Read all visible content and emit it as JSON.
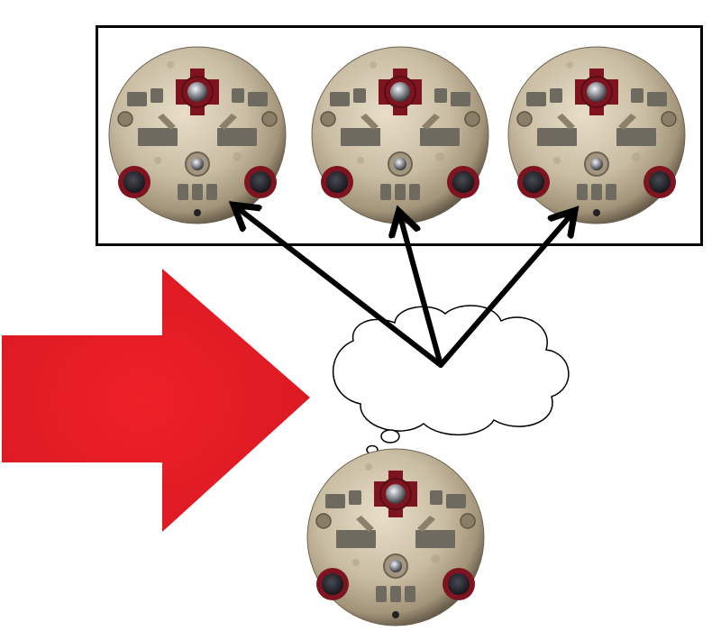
{
  "diagram": {
    "clone_frame": {
      "drone_count": 3,
      "drone_icon": "training-remote-droid-sphere"
    },
    "source_drone": {
      "drone_icon": "training-remote-droid-sphere"
    },
    "thought_cloud": {
      "arrow_count": 3
    },
    "big_arrow": {
      "icon": "right-arrow",
      "color": "#e01a22"
    }
  },
  "colors": {
    "hull": "#c9bda3",
    "hull_shadow": "#8f826b",
    "accent_red": "#7e1420",
    "panel": "#6f6a60",
    "arrow_stroke": "#000000"
  }
}
